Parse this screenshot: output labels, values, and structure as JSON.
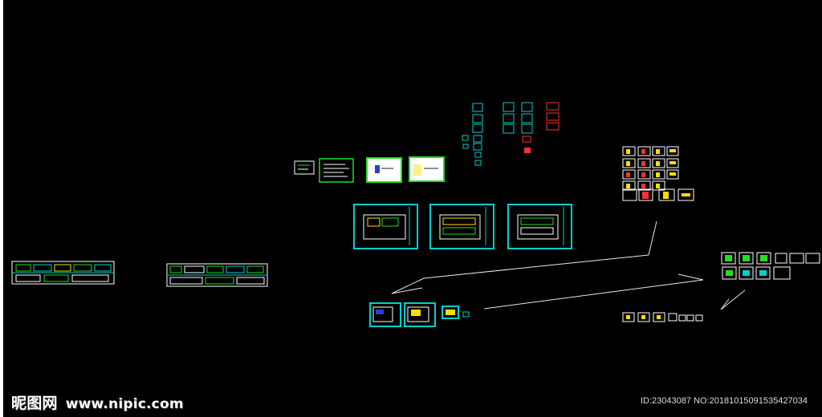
{
  "canvas": {
    "background": "#000000",
    "edge_color": "#ffffff"
  },
  "colors": {
    "frame_cyan": "#00d0d0",
    "frame_green": "#22dd22",
    "frame_white": "#ffffff",
    "accent_red": "#ff3030",
    "accent_yellow": "#ffdd00",
    "line_white": "#e8e8e8"
  },
  "watermark": {
    "logo": "昵图网",
    "site": "www.nipic.com",
    "id_line": "ID:23043087 NO:20181015091535427034"
  }
}
